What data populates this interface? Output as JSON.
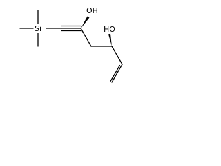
{
  "molecule": {
    "labels": {
      "silicon": "Si",
      "hydroxyl_upper": "OH",
      "hydroxyl_lower": "HO"
    }
  }
}
